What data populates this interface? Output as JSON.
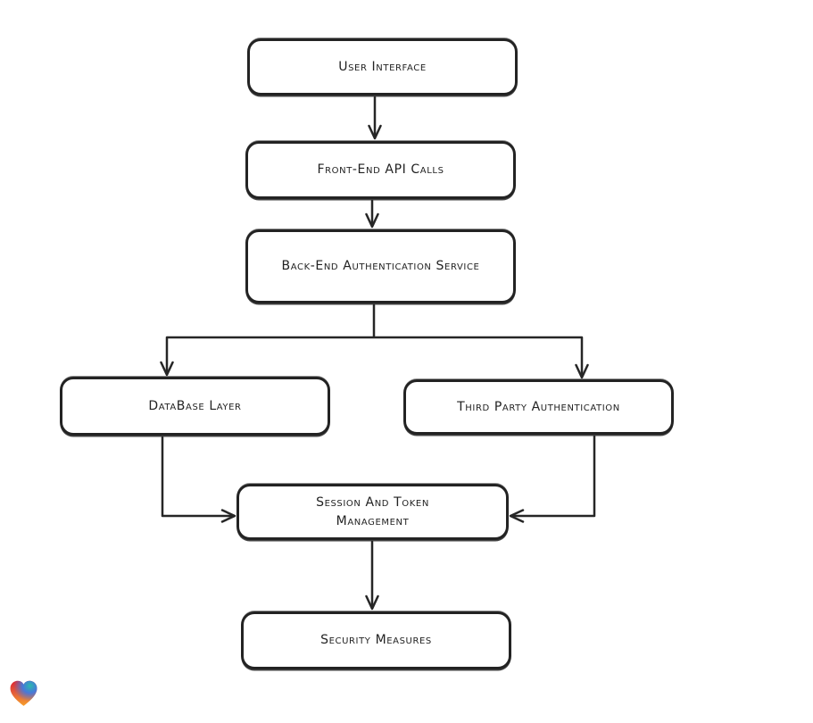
{
  "diagram": {
    "type": "flowchart",
    "stroke_color": "#262626",
    "background_color": "#ffffff",
    "nodes": {
      "user_interface": {
        "label": "User Interface"
      },
      "front_end_api": {
        "label": "Front-End API Calls"
      },
      "back_end_auth": {
        "label": "Back-End Authentication Service"
      },
      "database_layer": {
        "label": "DataBase Layer"
      },
      "third_party_auth": {
        "label": "Third Party Authentication"
      },
      "session_token": {
        "label": "Session And Token Management"
      },
      "security_measures": {
        "label": "Security Measures"
      }
    },
    "edges": [
      {
        "from": "User Interface",
        "to": "Front-End API Calls"
      },
      {
        "from": "Front-End API Calls",
        "to": "Back-End Authentication Service"
      },
      {
        "from": "Back-End Authentication Service",
        "to": "DataBase Layer"
      },
      {
        "from": "Back-End Authentication Service",
        "to": "Third Party Authentication"
      },
      {
        "from": "DataBase Layer",
        "to": "Session And Token Management"
      },
      {
        "from": "Third Party Authentication",
        "to": "Session And Token Management"
      },
      {
        "from": "Session And Token Management",
        "to": "Security Measures"
      }
    ]
  },
  "logo": {
    "name": "gradient-heart",
    "colors": [
      "#e02530",
      "#2cb9ad",
      "#3f7be2",
      "#f7a02b"
    ]
  }
}
